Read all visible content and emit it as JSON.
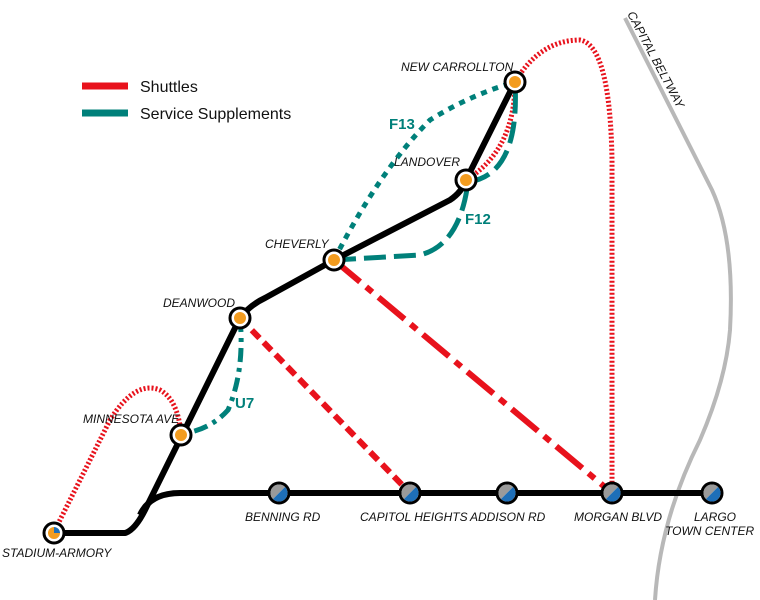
{
  "legend": {
    "shuttles": {
      "label": "Shuttles",
      "color": "#e8121c"
    },
    "supplements": {
      "label": "Service Supplements",
      "color": "#00807a"
    }
  },
  "road": {
    "label": "CAPITAL BELTWAY",
    "color": "#b8b8b8"
  },
  "metro_line_color": "#000000",
  "stations": {
    "stadium_armory": {
      "label": "STADIUM-ARMORY",
      "status": "transfer"
    },
    "minnesota_ave": {
      "label": "MINNESOTA AVE",
      "status": "closed"
    },
    "deanwood": {
      "label": "DEANWOOD",
      "status": "closed"
    },
    "cheverly": {
      "label": "CHEVERLY",
      "status": "closed"
    },
    "landover": {
      "label": "LANDOVER",
      "status": "closed"
    },
    "new_carrollton": {
      "label": "NEW CARROLLTON",
      "status": "closed"
    },
    "benning_rd": {
      "label": "BENNING RD",
      "status": "open"
    },
    "capitol_heights": {
      "label": "CAPITOL HEIGHTS",
      "status": "open"
    },
    "addison_rd": {
      "label": "ADDISON RD",
      "status": "open"
    },
    "morgan_blvd": {
      "label": "MORGAN BLVD",
      "status": "open"
    },
    "largo_line1": "LARGO",
    "largo_line2": "TOWN CENTER"
  },
  "routes": {
    "f13": "F13",
    "f12": "F12",
    "u7": "U7"
  },
  "colors": {
    "closed_station": "#f39c1f",
    "open_station_blue": "#1e6fb8",
    "open_station_grey": "#9a9a9a"
  }
}
